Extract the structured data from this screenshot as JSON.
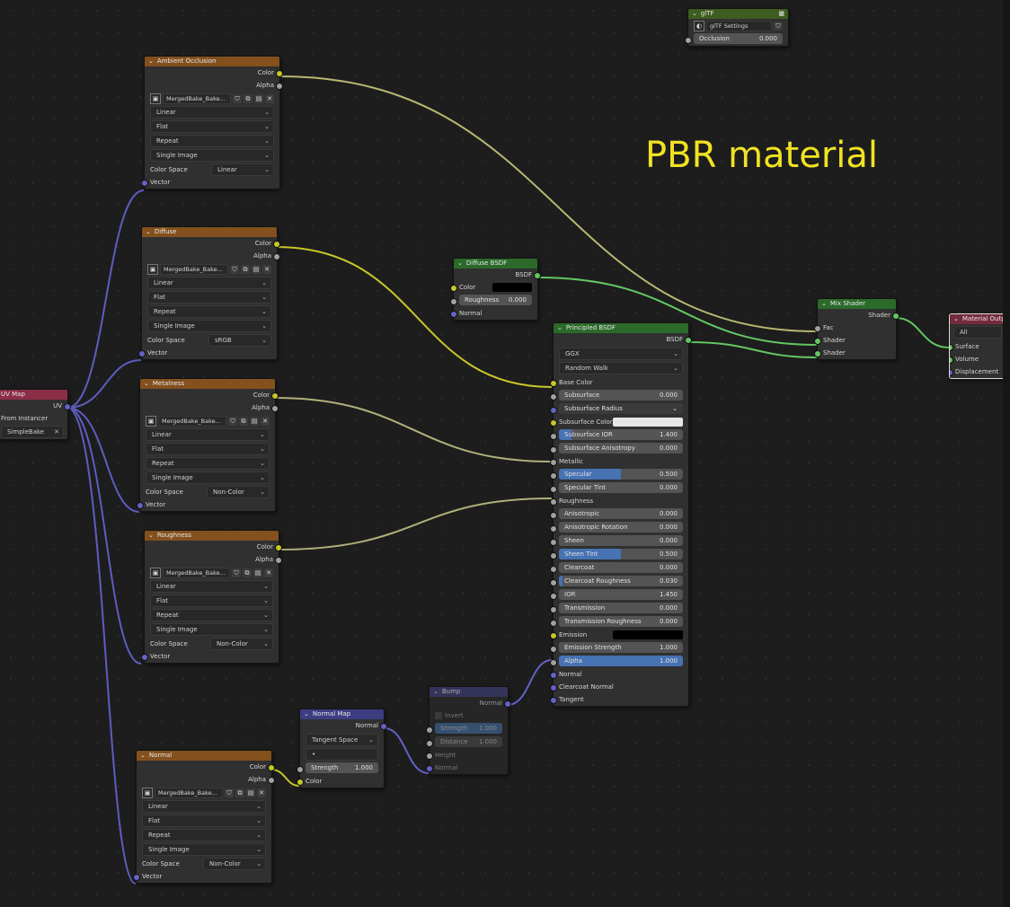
{
  "canvas": {
    "annotation": "PBR material"
  },
  "colors": {
    "color_socket": "#c7c729",
    "vector_socket": "#6363c7",
    "shader_socket": "#63c763",
    "value_socket": "#a1a1a1",
    "texture_header": "#83501e",
    "shader_header": "#2b6a2a",
    "accent_fill": "#4772b3"
  },
  "image_nodes": [
    {
      "title": "Ambient Occlusion",
      "outputs": [
        "Color",
        "Alpha"
      ],
      "image": "MergedBake_Bake...",
      "interpolation": "Linear",
      "projection": "Flat",
      "extension": "Repeat",
      "source": "Single Image",
      "color_space_label": "Color Space",
      "color_space": "Linear",
      "vector": "Vector"
    },
    {
      "title": "Diffuse",
      "outputs": [
        "Color",
        "Alpha"
      ],
      "image": "MergedBake_Bake...",
      "interpolation": "Linear",
      "projection": "Flat",
      "extension": "Repeat",
      "source": "Single Image",
      "color_space_label": "Color Space",
      "color_space": "sRGB",
      "vector": "Vector"
    },
    {
      "title": "Metalness",
      "outputs": [
        "Color",
        "Alpha"
      ],
      "image": "MergedBake_Bake...",
      "interpolation": "Linear",
      "projection": "Flat",
      "extension": "Repeat",
      "source": "Single Image",
      "color_space_label": "Color Space",
      "color_space": "Non-Color",
      "vector": "Vector"
    },
    {
      "title": "Roughness",
      "outputs": [
        "Color",
        "Alpha"
      ],
      "image": "MergedBake_Bake...",
      "interpolation": "Linear",
      "projection": "Flat",
      "extension": "Repeat",
      "source": "Single Image",
      "color_space_label": "Color Space",
      "color_space": "Non-Color",
      "vector": "Vector"
    },
    {
      "title": "Normal",
      "outputs": [
        "Color",
        "Alpha"
      ],
      "image": "MergedBake_Bake...",
      "interpolation": "Linear",
      "projection": "Flat",
      "extension": "Repeat",
      "source": "Single Image",
      "color_space_label": "Color Space",
      "color_space": "Non-Color",
      "vector": "Vector"
    }
  ],
  "uv_map": {
    "title": "UV Map",
    "output": "UV",
    "from_instancer": "From Instancer",
    "map": "SimpleBake"
  },
  "gltf": {
    "title": "glTF",
    "group": "glTF Settings",
    "input": "Occlusion",
    "value": "0.000"
  },
  "diffuse_bsdf": {
    "title": "Diffuse BSDF",
    "output": "BSDF",
    "color": "Color",
    "roughness": "Roughness",
    "roughness_value": "0.000",
    "normal": "Normal"
  },
  "principled": {
    "title": "Principled BSDF",
    "output": "BSDF",
    "distribution": "GGX",
    "subsurface_method": "Random Walk",
    "base_color": "Base Color",
    "fields": [
      {
        "label": "Subsurface",
        "value": "0.000",
        "fill": 0
      },
      {
        "label": "Subsurface Radius",
        "value": "",
        "fill": 0,
        "dropdown": true
      },
      {
        "label": "Subsurface Color",
        "value": "",
        "fill": 0,
        "swatch": "#e6e6e6"
      },
      {
        "label": "Subsurface IOR",
        "value": "1.400",
        "fill": 0.1
      },
      {
        "label": "Subsurface Anisotropy",
        "value": "0.000",
        "fill": 0
      },
      {
        "label": "Metallic",
        "value": "",
        "fill": 0,
        "socket_only": true
      },
      {
        "label": "Specular",
        "value": "0.500",
        "fill": 0.5
      },
      {
        "label": "Specular Tint",
        "value": "0.000",
        "fill": 0
      },
      {
        "label": "Roughness",
        "value": "",
        "fill": 0,
        "socket_only": true
      },
      {
        "label": "Anisotropic",
        "value": "0.000",
        "fill": 0
      },
      {
        "label": "Anisotropic Rotation",
        "value": "0.000",
        "fill": 0
      },
      {
        "label": "Sheen",
        "value": "0.000",
        "fill": 0
      },
      {
        "label": "Sheen Tint",
        "value": "0.500",
        "fill": 0.5
      },
      {
        "label": "Clearcoat",
        "value": "0.000",
        "fill": 0
      },
      {
        "label": "Clearcoat Roughness",
        "value": "0.030",
        "fill": 0.03
      },
      {
        "label": "IOR",
        "value": "1.450",
        "fill": 0
      },
      {
        "label": "Transmission",
        "value": "0.000",
        "fill": 0
      },
      {
        "label": "Transmission Roughness",
        "value": "0.000",
        "fill": 0
      },
      {
        "label": "Emission",
        "value": "",
        "fill": 0,
        "swatch": "#000000"
      },
      {
        "label": "Emission Strength",
        "value": "1.000",
        "fill": 0
      },
      {
        "label": "Alpha",
        "value": "1.000",
        "fill": 1
      }
    ],
    "vector_inputs": [
      "Normal",
      "Clearcoat Normal",
      "Tangent"
    ]
  },
  "mix_shader": {
    "title": "Mix Shader",
    "output": "Shader",
    "inputs": [
      "Fac",
      "Shader",
      "Shader"
    ]
  },
  "material_output": {
    "title": "Material Output",
    "target": "All",
    "inputs": [
      "Surface",
      "Volume",
      "Displacement"
    ]
  },
  "normal_map": {
    "title": "Normal Map",
    "output": "Normal",
    "space": "Tangent Space",
    "uv": "•",
    "strength_label": "Strength",
    "strength": "1.000",
    "input": "Color"
  },
  "bump": {
    "title": "Bump",
    "output": "Normal",
    "invert": "Invert",
    "strength_label": "Strength",
    "strength": "1.000",
    "distance_label": "Distance",
    "distance": "1.000",
    "height": "Height",
    "normal": "Normal"
  }
}
